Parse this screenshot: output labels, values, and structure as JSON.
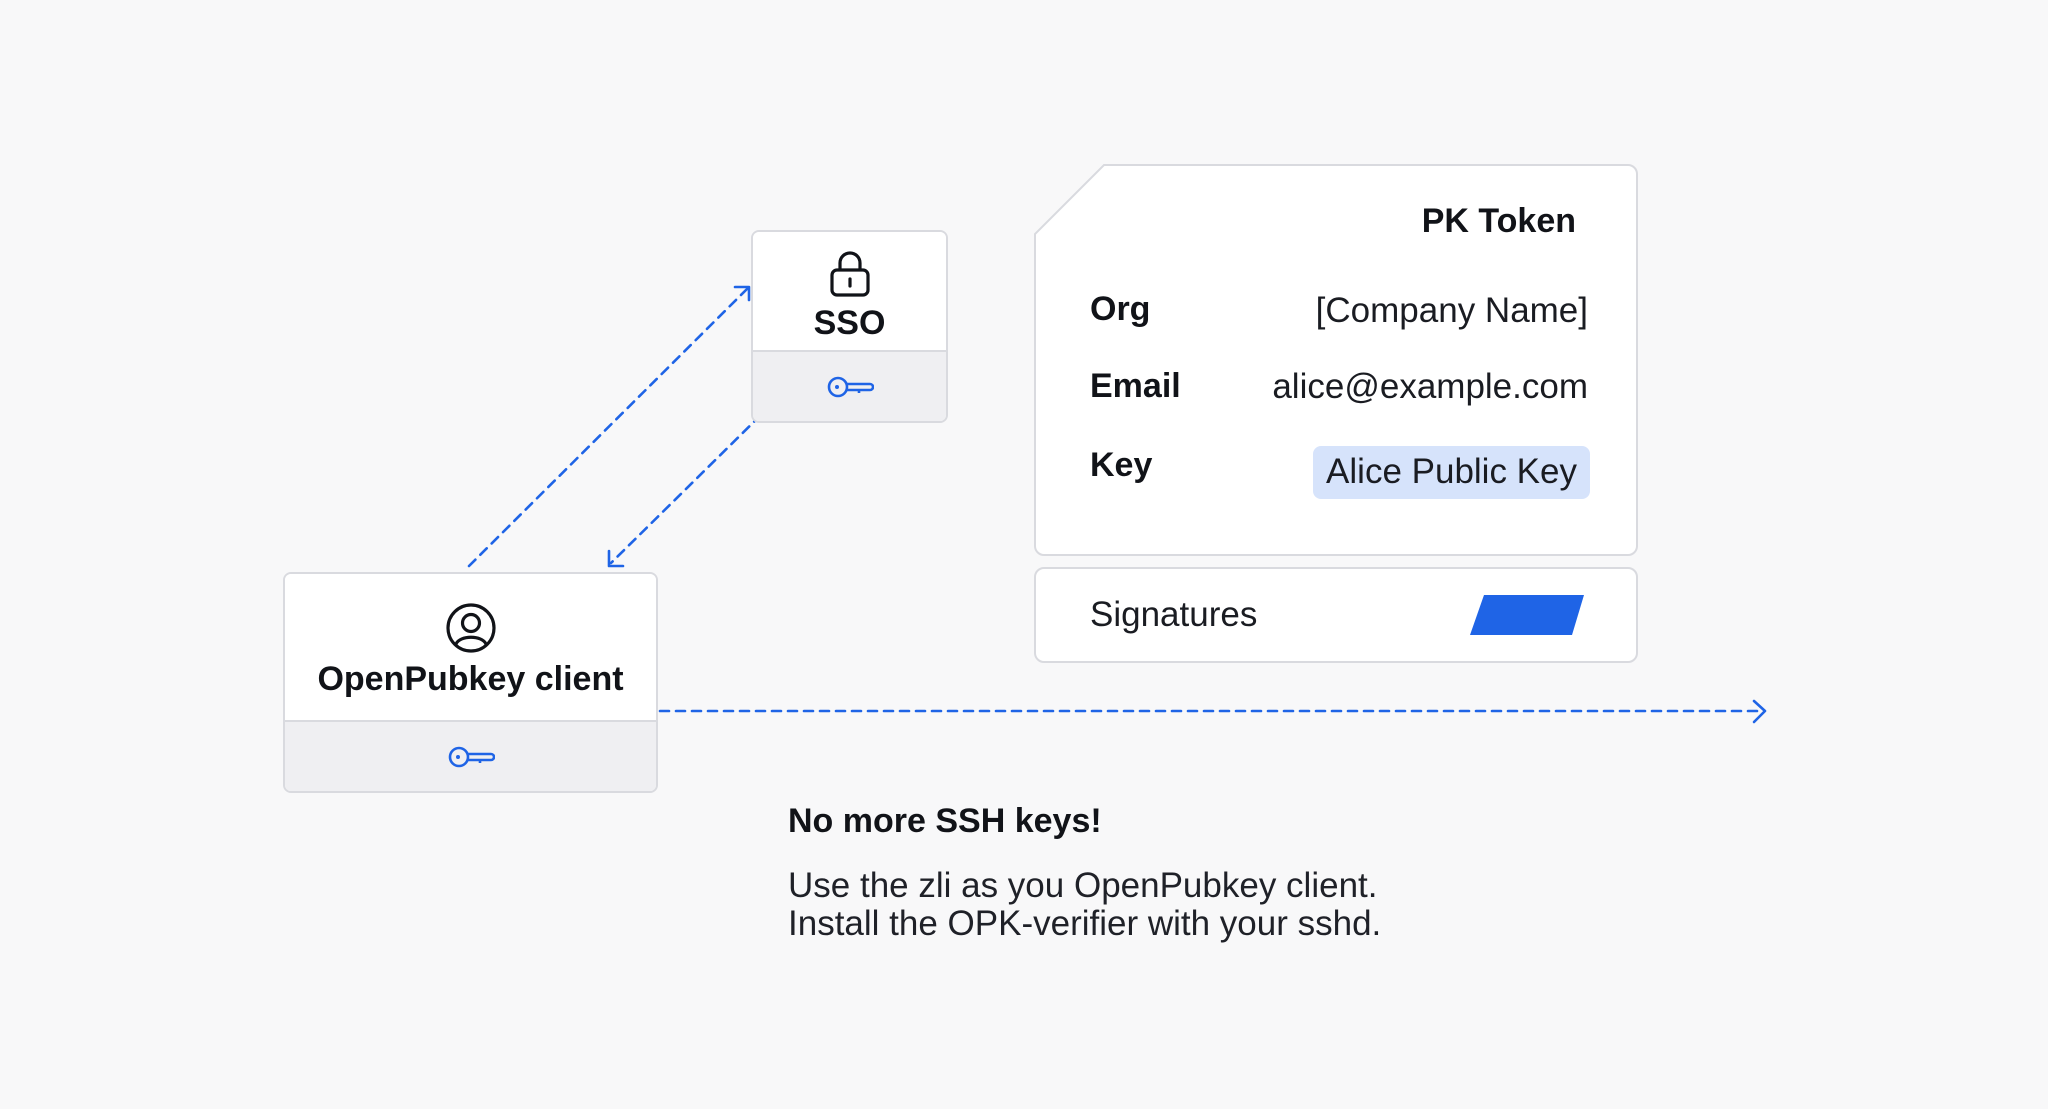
{
  "colors": {
    "background": "#f8f8f9",
    "accent": "#1f64e6",
    "card_border": "#d9dadf",
    "card_footer": "#efeff2",
    "key_pill": "#d6e3fb"
  },
  "sso": {
    "title": "SSO",
    "top_icon": "lock-icon",
    "footer_icon": "key-icon"
  },
  "client": {
    "title": "OpenPubkey client",
    "top_icon": "user-circle-icon",
    "footer_icon": "key-icon"
  },
  "pk_token": {
    "title": "PK Token",
    "rows": [
      {
        "label": "Org",
        "value": "[Company Name]"
      },
      {
        "label": "Email",
        "value": "alice@example.com"
      },
      {
        "label": "Key",
        "value": "Alice Public Key"
      }
    ]
  },
  "signatures": {
    "label": "Signatures",
    "mark_icon": "signature-block-icon"
  },
  "note": {
    "heading": "No more SSH keys!",
    "lines": [
      "Use the zli as you OpenPubkey client.",
      "Install the OPK-verifier with your sshd."
    ]
  }
}
